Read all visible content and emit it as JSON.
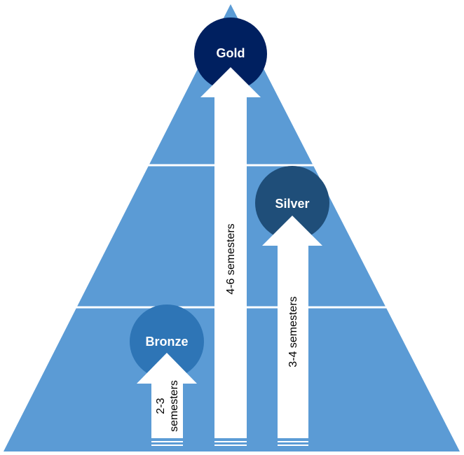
{
  "colors": {
    "pyramid": "#5b9bd5",
    "gold": "#002060",
    "silver": "#1f4e79",
    "bronze": "#2e75b6",
    "arrow": "#ffffff",
    "text_light": "#ffffff",
    "text_dark": "#000000"
  },
  "levels": {
    "gold": {
      "label": "Gold"
    },
    "silver": {
      "label": "Silver"
    },
    "bronze": {
      "label": "Bronze"
    }
  },
  "arrows": {
    "gold": {
      "line1": "4-6 semesters",
      "line2": ""
    },
    "silver": {
      "line1": "3-4 semesters",
      "line2": ""
    },
    "bronze": {
      "line1": "2-3",
      "line2": "semesters"
    }
  }
}
